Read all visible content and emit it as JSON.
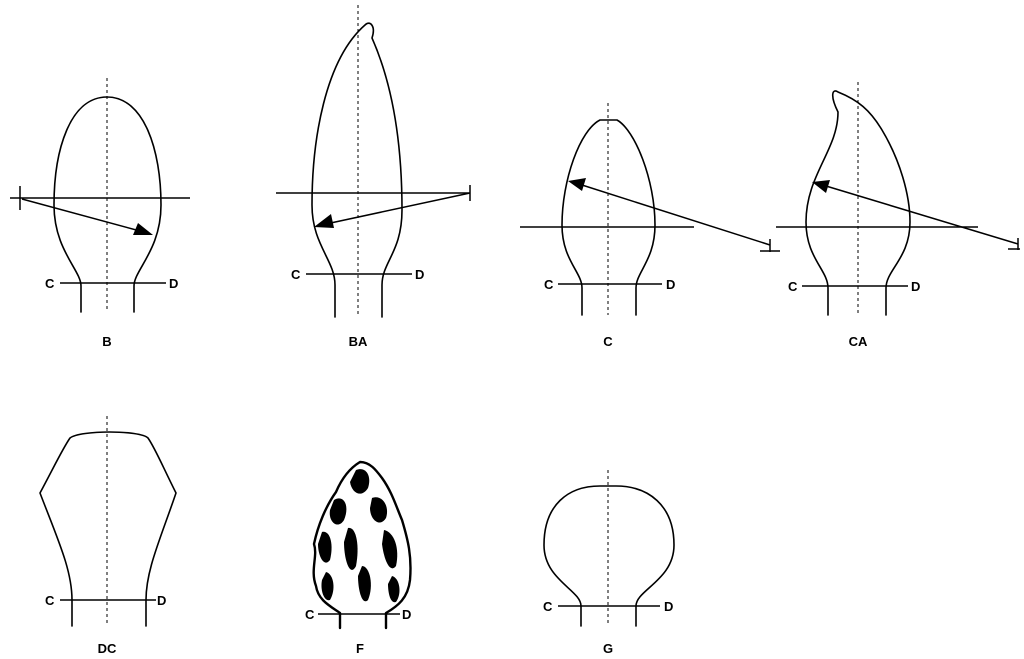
{
  "figures": [
    {
      "id": "B",
      "caption": "B",
      "left_label": "C",
      "right_label": "D"
    },
    {
      "id": "BA",
      "caption": "BA",
      "left_label": "C",
      "right_label": "D"
    },
    {
      "id": "C",
      "caption": "C",
      "left_label": "C",
      "right_label": "D"
    },
    {
      "id": "CA",
      "caption": "CA",
      "left_label": "C",
      "right_label": "D"
    },
    {
      "id": "DC",
      "caption": "DC",
      "left_label": "C",
      "right_label": "D"
    },
    {
      "id": "F",
      "caption": "F",
      "left_label": "C",
      "right_label": "D"
    },
    {
      "id": "G",
      "caption": "G",
      "left_label": "C",
      "right_label": "D"
    }
  ]
}
